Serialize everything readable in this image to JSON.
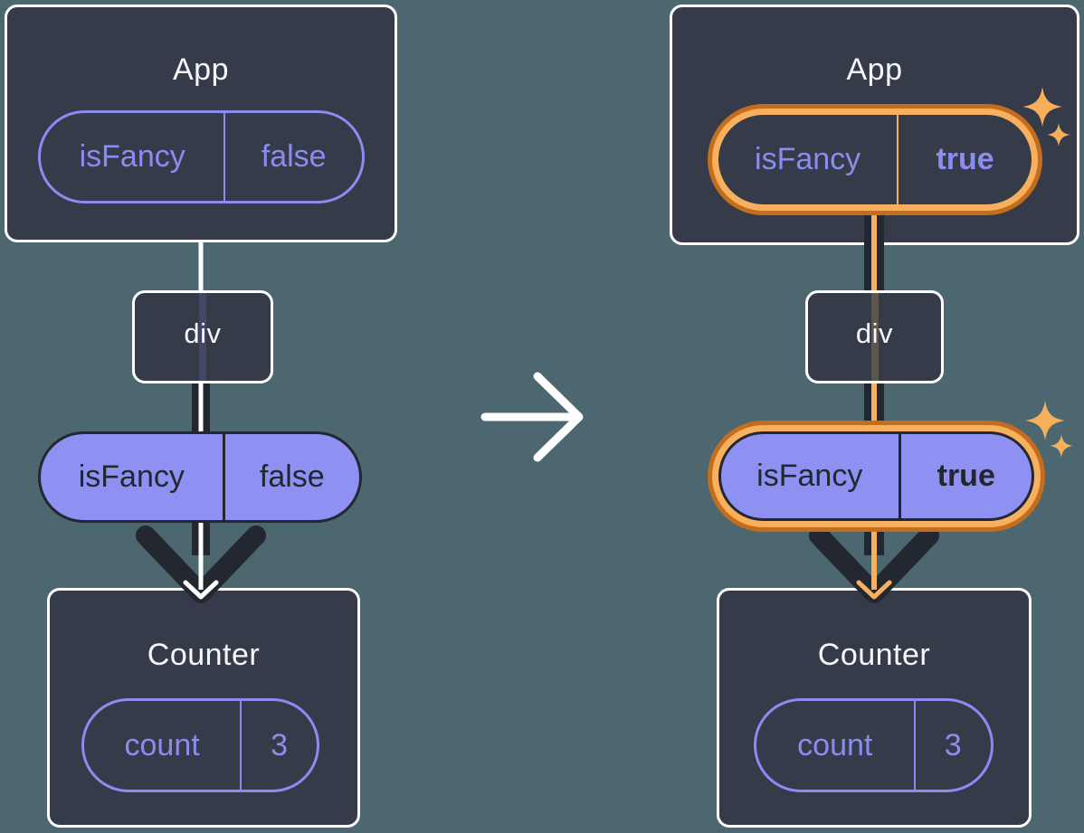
{
  "colors": {
    "bg": "#4C6770",
    "card": "#353B48",
    "ink": "#23272F",
    "purple": "#8B8CF2",
    "purple-fill": "#8E90F2",
    "orange": "#F8B05E",
    "orange-dark": "#C36D1D",
    "white": "#FFFFFF"
  },
  "left_diagram": {
    "app": {
      "title": "App",
      "prop": {
        "name": "isFancy",
        "value": "false"
      }
    },
    "div": {
      "label": "div"
    },
    "passed_prop": {
      "name": "isFancy",
      "value": "false"
    },
    "counter": {
      "title": "Counter",
      "state": {
        "name": "count",
        "value": "3"
      }
    }
  },
  "right_diagram": {
    "app": {
      "title": "App",
      "prop": {
        "name": "isFancy",
        "value": "true"
      }
    },
    "div": {
      "label": "div"
    },
    "passed_prop": {
      "name": "isFancy",
      "value": "true"
    },
    "counter": {
      "title": "Counter",
      "state": {
        "name": "count",
        "value": "3"
      }
    }
  },
  "icons": {
    "transition_arrow": "right-arrow",
    "sparkles": "four-point-star"
  }
}
